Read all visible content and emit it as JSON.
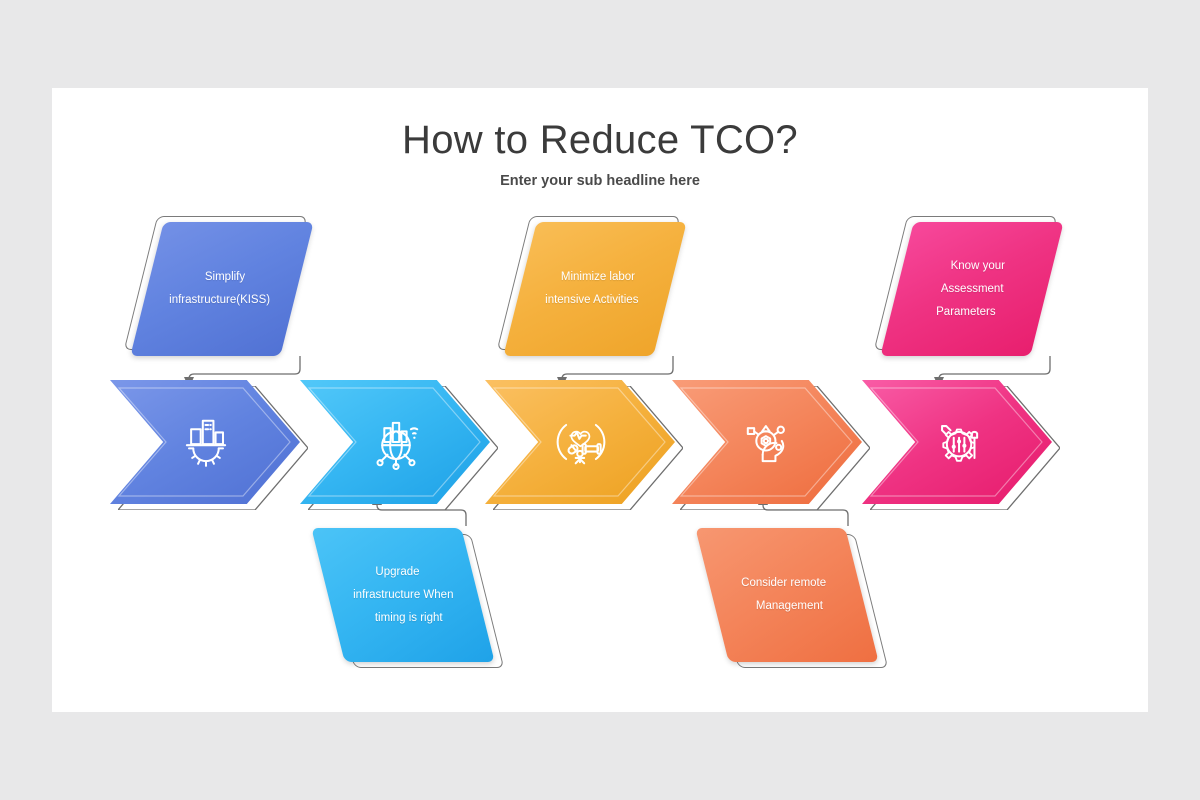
{
  "slide": {
    "title": "How to Reduce TCO?",
    "subtitle": "Enter your sub headline here",
    "background": "#ffffff",
    "page_background": "#e8e8e9"
  },
  "palette": {
    "blue": "#6183e0",
    "blue_dark": "#5576d8",
    "lightblue": "#35b6f2",
    "lightblue_dark": "#29a9ee",
    "yellow": "#f5b13e",
    "yellow_dark": "#efa52b",
    "orange": "#f4855b",
    "orange_dark": "#f1744a",
    "pink": "#ef3383",
    "pink_dark": "#ea1f74",
    "outline": "#7b7b7b"
  },
  "steps": [
    {
      "index": 1,
      "icon": "city-buildings-gear-icon",
      "color": "#6183e0",
      "color_dark": "#5576d8",
      "position": "top",
      "card_text_lines": [
        "Simplify",
        "infrastructure(KISS)"
      ]
    },
    {
      "index": 2,
      "icon": "global-network-wifi-icon",
      "color": "#35b6f2",
      "color_dark": "#29a9ee",
      "position": "bottom",
      "card_text_lines": [
        "Upgrade",
        "infrastructure When",
        "timing is right"
      ]
    },
    {
      "index": 3,
      "icon": "health-fitness-circle-icon",
      "color": "#f5b13e",
      "color_dark": "#efa52b",
      "position": "top",
      "card_text_lines": [
        "Minimize labor",
        "intensive Activities"
      ]
    },
    {
      "index": 4,
      "icon": "head-gear-ai-icon",
      "color": "#f4855b",
      "color_dark": "#f1744a",
      "position": "bottom",
      "card_text_lines": [
        "Consider remote",
        "Management"
      ]
    },
    {
      "index": 5,
      "icon": "wrench-gear-settings-icon",
      "color": "#ef3383",
      "color_dark": "#ea1f74",
      "position": "top",
      "card_text_lines": [
        "Know your",
        "Assessment",
        "Parameters"
      ]
    }
  ]
}
